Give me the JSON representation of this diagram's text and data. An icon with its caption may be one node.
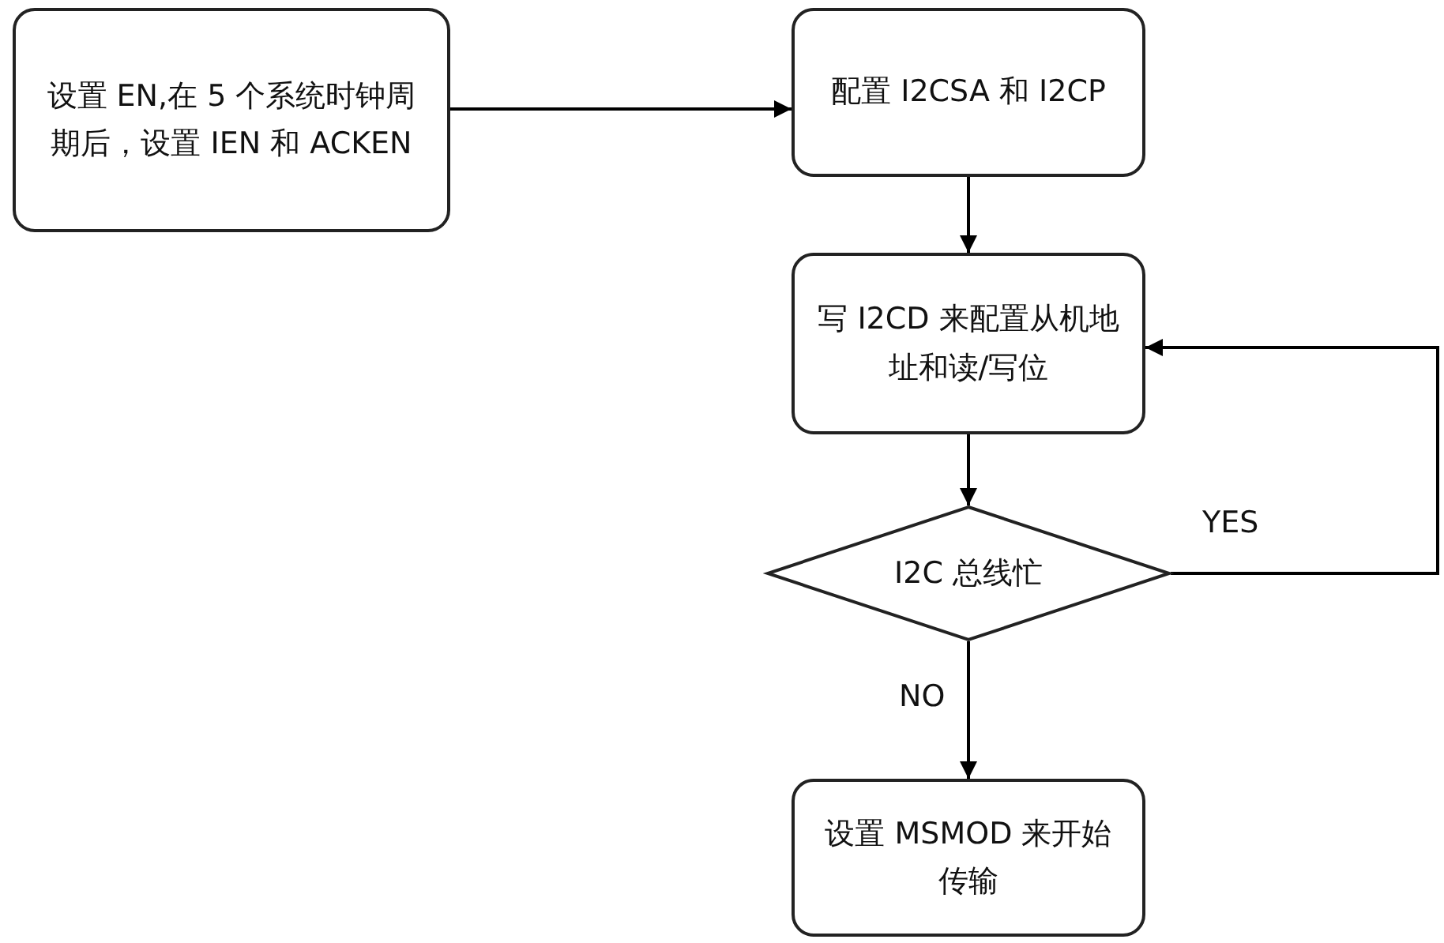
{
  "diagram": {
    "nodes": [
      {
        "text": [
          "设置 EN,在 5 个系统时钟周期后，设置 IEN 和 ACKEN"
        ]
      },
      {
        "text": [
          "配置 I2CSA 和 I2CP"
        ]
      },
      {
        "text": [
          "写 I2CD 来配置从机地址和读/写位"
        ]
      },
      {
        "text": [
          "I2C 总线忙"
        ]
      },
      {
        "text": [
          "设置 MSMOD 来开始传输"
        ]
      }
    ],
    "edges": [
      {
        "from": 0,
        "to": 1,
        "arrow": "to"
      },
      {
        "from": 1,
        "to": 2,
        "arrow": "to"
      },
      {
        "from": 2,
        "to": 3,
        "arrow": "to"
      },
      {
        "from": 3,
        "to": 4,
        "arrow": "to",
        "label": "NO"
      },
      {
        "from": 3,
        "to": 2,
        "arrow": "to",
        "label": "YES"
      }
    ]
  }
}
